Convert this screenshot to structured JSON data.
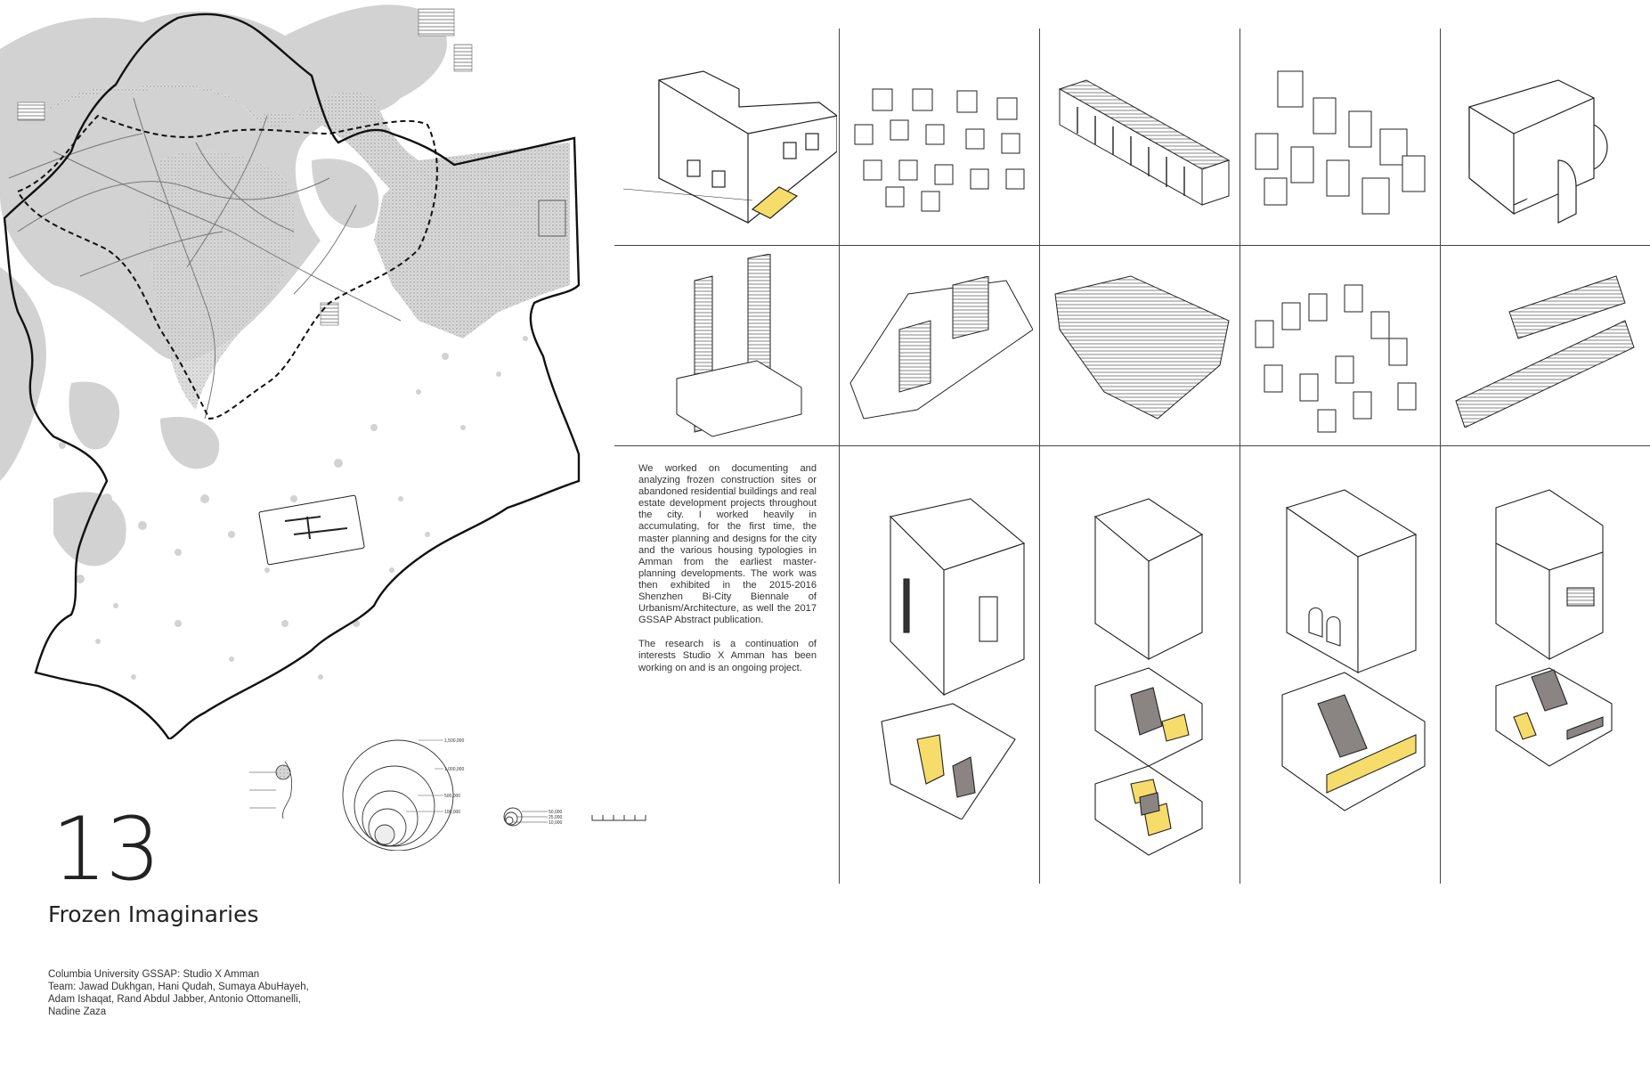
{
  "project": {
    "number": "13",
    "title": "Frozen Imaginaries",
    "credits": [
      "Columbia University GSSAP: Studio X Amman",
      "Team: Jawad Dukhgan, Hani Qudah, Sumaya AbuHayeh,",
      "Adam Ishaqat, Rand Abdul Jabber, Antonio Ottomanelli,",
      "Nadine Zaza"
    ]
  },
  "description": {
    "paragraphs": [
      "We worked on documenting and analyzing frozen construction sites or abandoned residential buildings and real estate development projects throughout the city. I worked heavily in accumulating, for the first time, the master planning and designs for the city and the various housing typologies in Amman from the earliest master-planning developments. The work was then exhibited in the 2015-2016 Shenzhen Bi-City Biennale of Urbanism/Architecture, as well the 2017 GSSAP Abstract publication.",
      "The research is a continuation of interests Studio X Amman has been working on and is an ongoing project."
    ]
  },
  "map_legend": {
    "circle_labels": [
      "1,500,000",
      "1,000,000",
      "500,000",
      "100,000"
    ],
    "small_circle_labels": [
      "50,000",
      "25,000",
      "10,000"
    ]
  },
  "colors": {
    "highlight": "#f6dc6a",
    "void": "#8a8583",
    "urban_fill": "#d2d2d2",
    "line": "#222222"
  }
}
